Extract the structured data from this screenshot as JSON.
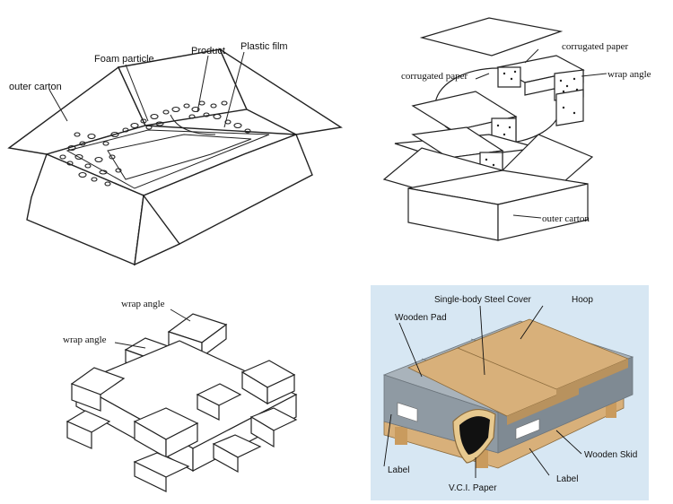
{
  "panel1": {
    "labels": {
      "foam": "Foam particle",
      "product": "Product",
      "plastic": "Plastic film",
      "carton": "outer carton"
    }
  },
  "panel2": {
    "labels": {
      "corr_right": "corrugated paper",
      "corr_left": "corrugated paper",
      "wrap": "wrap angle",
      "carton": "outer carton"
    }
  },
  "panel3": {
    "labels": {
      "wrap_top": "wrap angle",
      "wrap_left": "wrap angle"
    }
  },
  "panel4": {
    "colors": {
      "background": "#d7e7f3",
      "steel": "#8f9aa3",
      "wood": "#d8b07a",
      "vci": "#111111"
    },
    "labels": {
      "cover": "Single-body Steel Cover",
      "hoop": "Hoop",
      "pad": "Wooden Pad",
      "label_left": "Label",
      "vci": "V.C.I. Paper",
      "label_right": "Label",
      "skid": "Wooden Skid"
    }
  }
}
